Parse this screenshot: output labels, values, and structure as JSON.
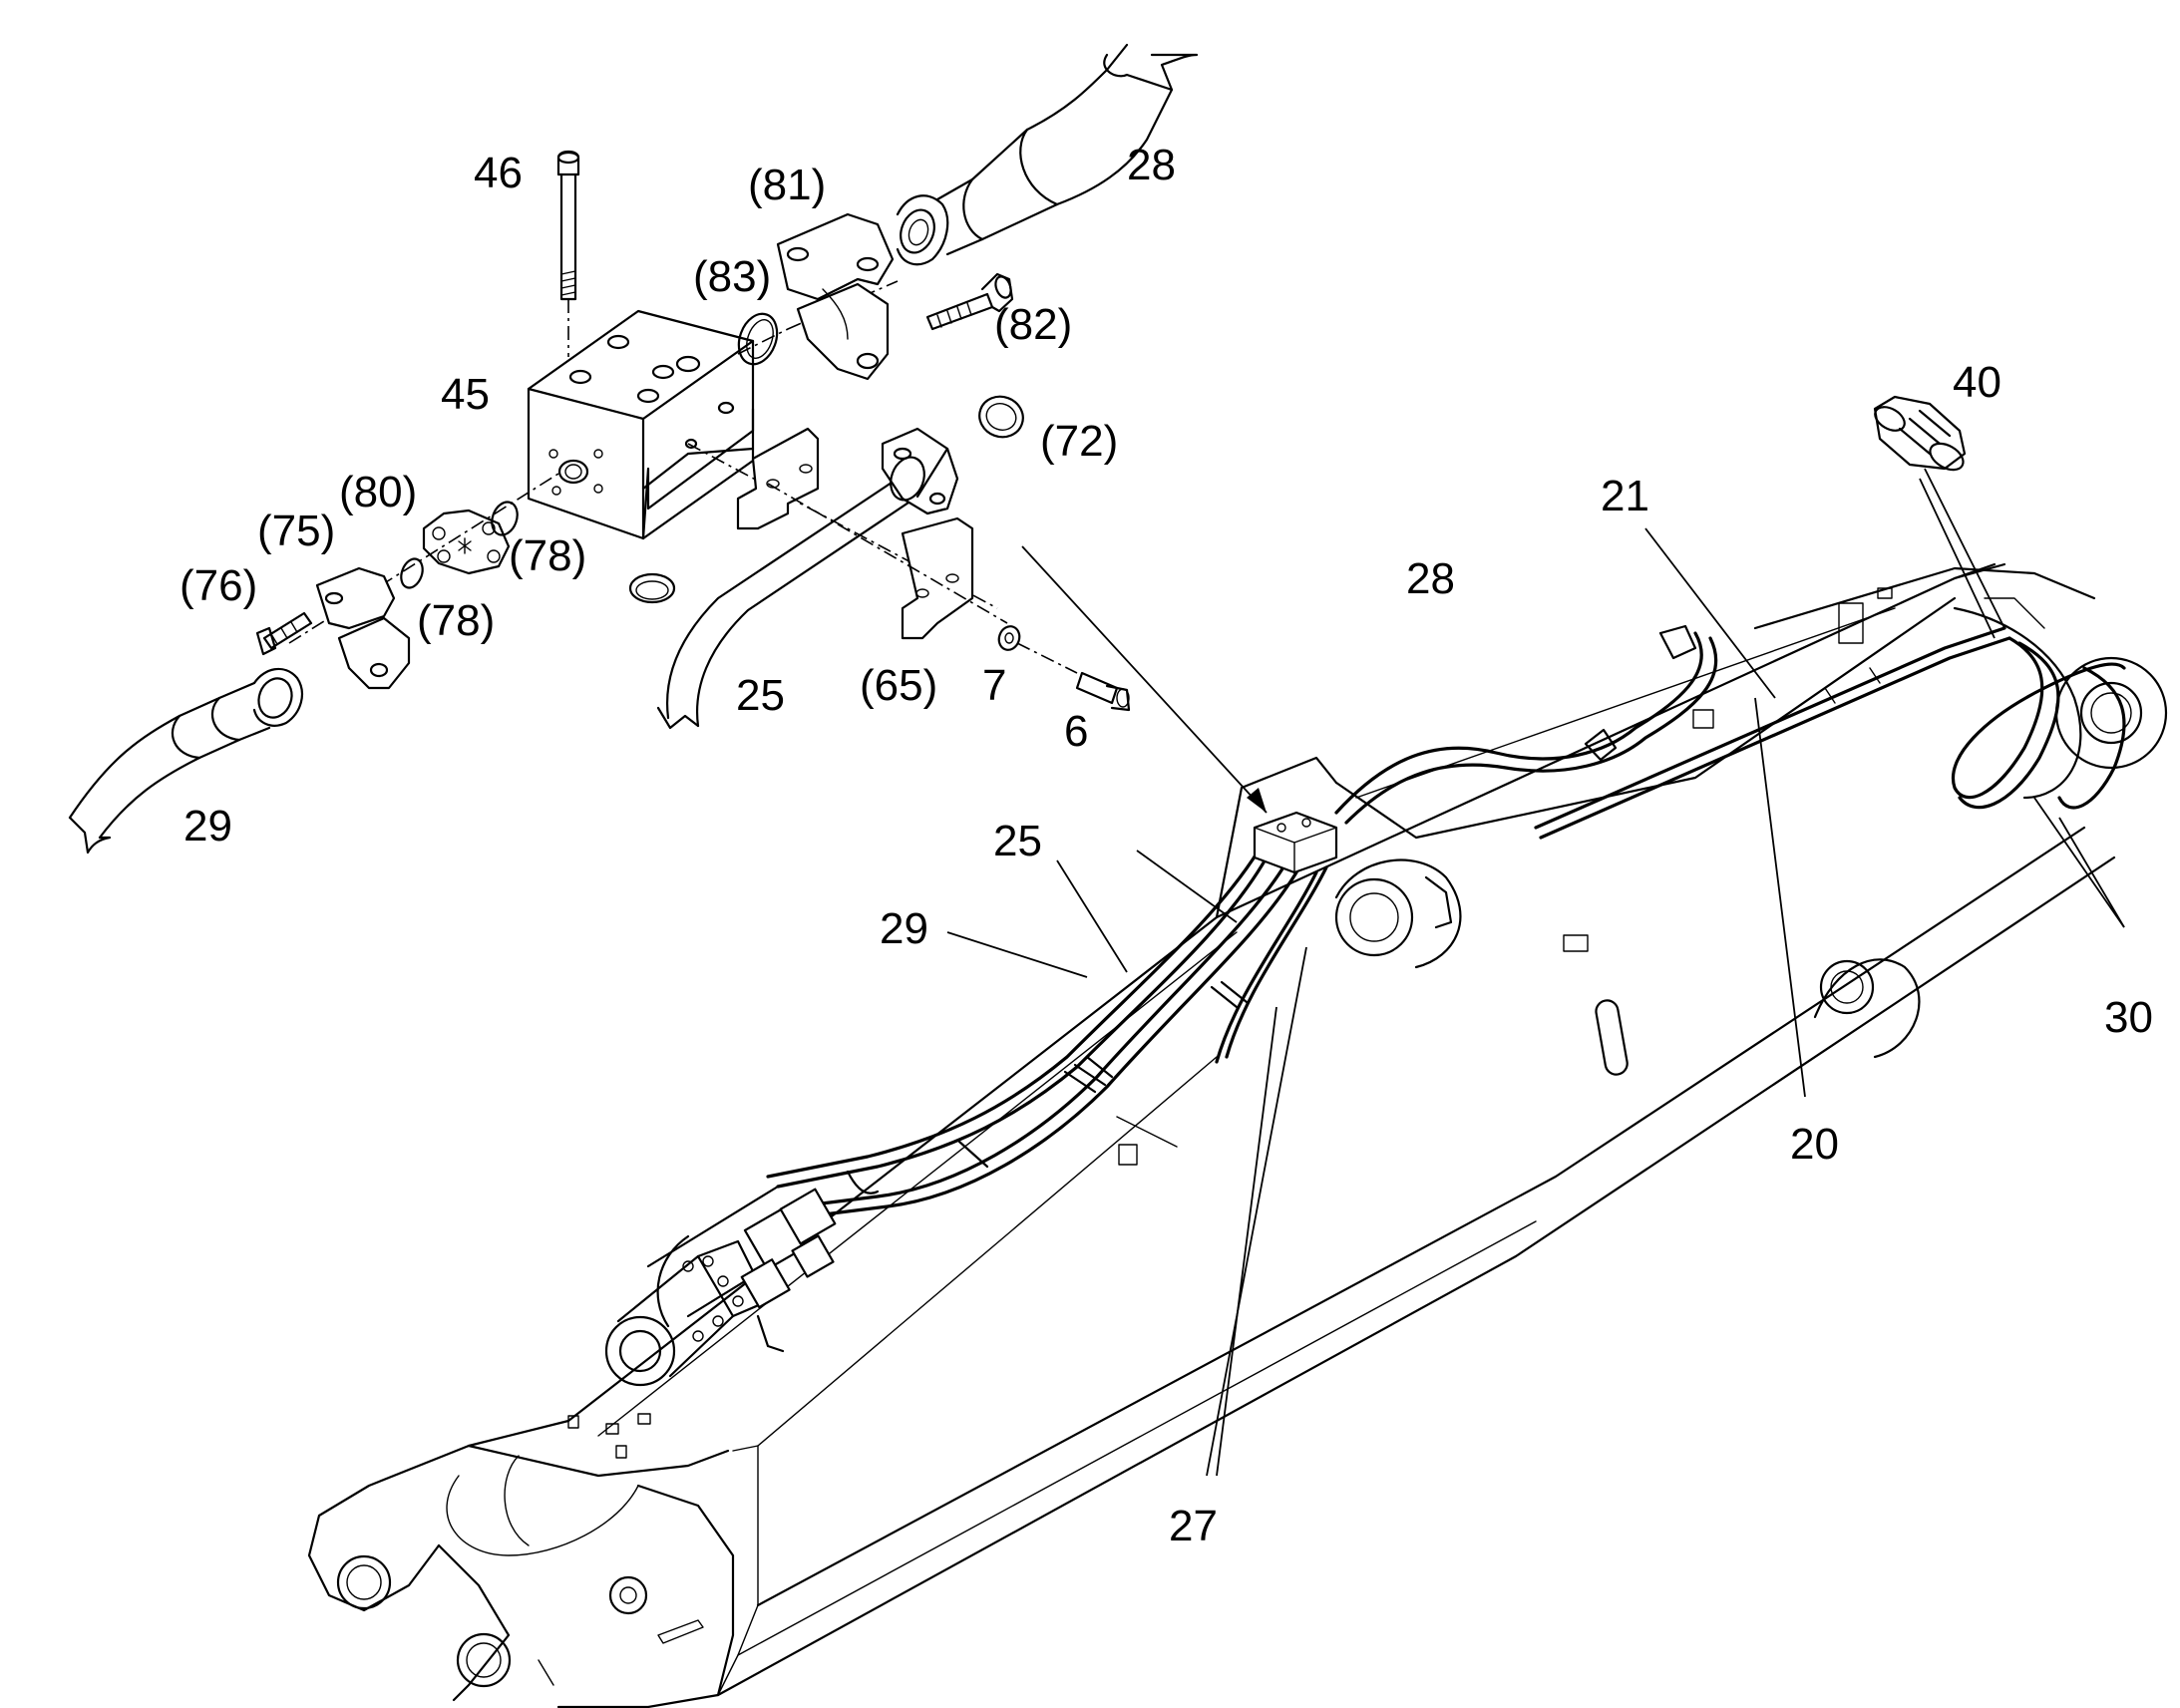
{
  "labels": {
    "l46": "46",
    "l81": "(81)",
    "l28a": "28",
    "l83": "(83)",
    "l82": "(82)",
    "l45": "45",
    "l40": "40",
    "l72": "(72)",
    "l80": "(80)",
    "l75": "(75)",
    "l78a": "(78)",
    "l76": "(76)",
    "l78b": "(78)",
    "l25a": "25",
    "l65": "(65)",
    "l7": "7",
    "l6": "6",
    "l29a": "29",
    "l21": "21",
    "l28b": "28",
    "l25b": "25",
    "l29b": "29",
    "l30": "30",
    "l20": "20",
    "l27": "27"
  }
}
